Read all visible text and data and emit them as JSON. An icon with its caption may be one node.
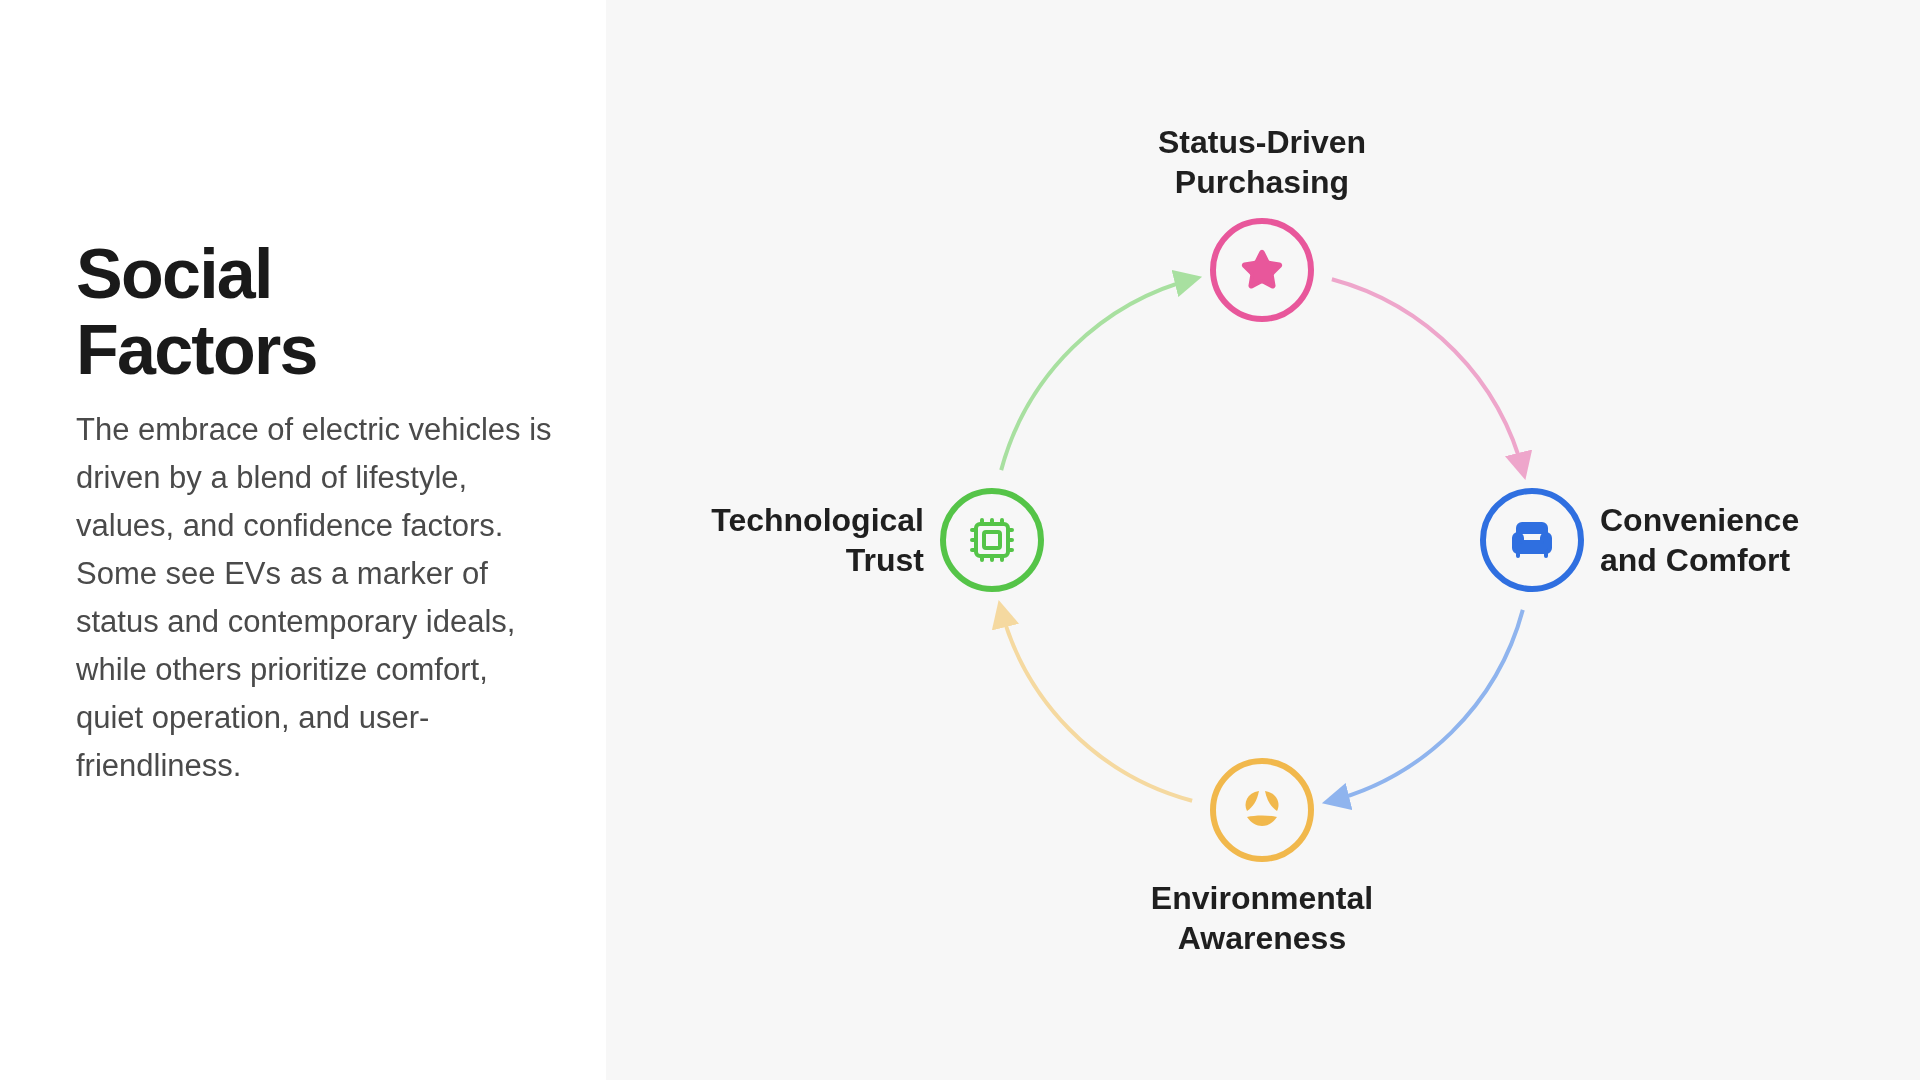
{
  "diagram": {
    "title": "Social Factors",
    "nodes": [
      {
        "text": [
          "Status-Driven Purchasing"
        ]
      },
      {
        "text": [
          "Technological Trust"
        ]
      },
      {
        "text": [
          "Convenience and Comfort"
        ]
      },
      {
        "text": [
          "Environmental Awareness"
        ]
      }
    ],
    "edges": [
      {
        "from": 0,
        "to": 2,
        "arrow": "to",
        "color": "#eea6cb"
      },
      {
        "from": 2,
        "to": 3,
        "arrow": "to",
        "color": "#8fb4ee"
      },
      {
        "from": 3,
        "to": 1,
        "arrow": "to",
        "color": "#f5d9a0"
      },
      {
        "from": 1,
        "to": 0,
        "arrow": "to",
        "color": "#a8e0a0"
      }
    ],
    "labels": [
      "The embrace of electric vehicles is driven by a blend of lifestyle, values, and confidence factors. Some see EVs as a marker of status and contemporary ideals, while others prioritize comfort, quiet operation, and user-friendliness."
    ]
  }
}
